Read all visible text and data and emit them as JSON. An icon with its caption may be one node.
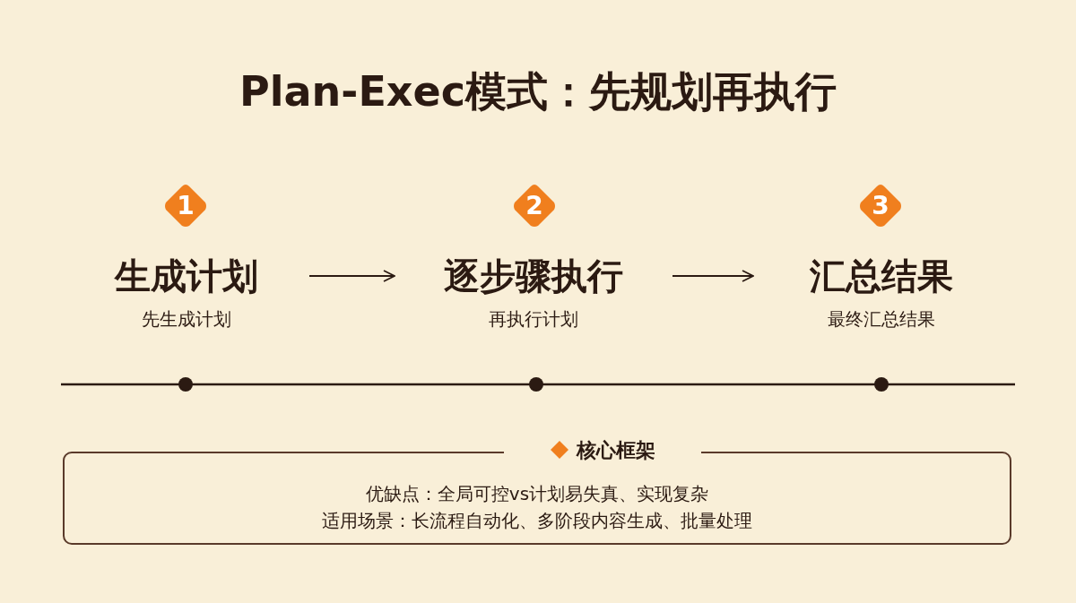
{
  "diagram": {
    "title": "Plan-Exec模式：先规划再执行",
    "nodes": [
      {
        "text": [
          "1"
        ]
      },
      {
        "text": [
          "生成计划",
          "先生成计划"
        ]
      },
      {
        "text": [
          "2"
        ]
      },
      {
        "text": [
          "逐步骤执行",
          "再执行计划"
        ]
      },
      {
        "text": [
          "3"
        ]
      },
      {
        "text": [
          "汇总结果",
          "最终汇总结果"
        ]
      },
      {
        "text": [
          "核心框架",
          "优缺点：全局可控vs计划易失真、实现复杂",
          "适用场景：长流程自动化、多阶段内容生成、批量处理"
        ]
      }
    ],
    "edges": [
      {
        "from": 1,
        "to": 3,
        "arrow": "to"
      },
      {
        "from": 3,
        "to": 5,
        "arrow": "to"
      }
    ]
  }
}
